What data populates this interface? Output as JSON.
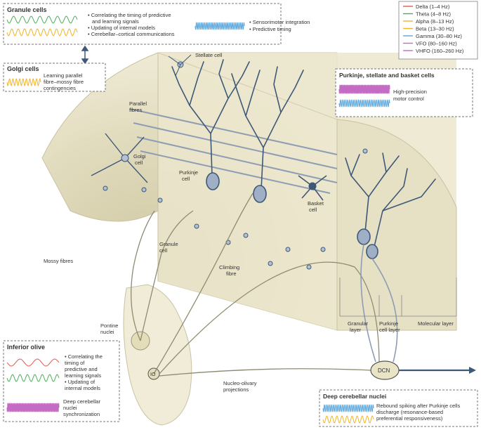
{
  "colors": {
    "delta": "#e8584a",
    "theta": "#49b05a",
    "alpha": "#f0b42a",
    "beta": "#f0b42a",
    "gamma": "#5aa6dc",
    "vfo": "#c46bc4",
    "vhfo": "#c46bc4",
    "neuron": "#3e5878",
    "tissue": "#ece7cf",
    "tissue_dark": "#d6cfae",
    "fibre": "#8f8b72"
  },
  "legend": {
    "items": [
      {
        "label": "Delta (1–4 Hz)",
        "color": "#e8584a"
      },
      {
        "label": "Theta (4–8 Hz)",
        "color": "#49b05a"
      },
      {
        "label": "Alpha (8–13 Hz)",
        "color": "#f0b42a"
      },
      {
        "label": "Beta (13–30 Hz)",
        "color": "#f0b42a"
      },
      {
        "label": "Gamma (30–80 Hz)",
        "color": "#5aa6dc"
      },
      {
        "label": "VFO (80–160 Hz)",
        "color": "#c46bc4"
      },
      {
        "label": "VHFO (160–260 Hz)",
        "color": "#c46bc4"
      }
    ]
  },
  "granule": {
    "title": "Granule cells",
    "items": [
      "Correlating the timing of predictive",
      "and learning signals",
      "Updating of internal models",
      "Cerebellar–cortical communications"
    ],
    "items2": [
      "Sensorimotor integration",
      "Predictive timing"
    ]
  },
  "golgi": {
    "title": "Golgi cells",
    "text": [
      "Learning parallel",
      "fibre–mossy fibre",
      "contingencies"
    ]
  },
  "purkinje_box": {
    "title": "Purkinje, stellate and basket cells",
    "text": [
      "High-precision",
      "motor control"
    ]
  },
  "olive": {
    "title": "Inferior olive",
    "items": [
      "Correlating the",
      "timing of",
      "predictive and",
      "learning signals",
      "Updating of",
      "internal models"
    ],
    "sync": [
      "Deep cerebellar",
      "nuclei",
      "synchronization"
    ]
  },
  "dcn_box": {
    "title": "Deep cerebellar nuclei",
    "text": [
      "Rebound spiking after Purkinje cells",
      "discharge (resonance-based",
      "preferential responsiveness)"
    ]
  },
  "labels": {
    "stellate": "Stellate cell",
    "parallel": [
      "Parallel",
      "fibres"
    ],
    "golgi_cell": [
      "Golgi",
      "cell"
    ],
    "purkinje_cell": [
      "Purkinje",
      "cell"
    ],
    "basket": [
      "Basket",
      "cell"
    ],
    "granule_cell": [
      "Granule",
      "cell"
    ],
    "mossy": "Mossy fibres",
    "climbing": [
      "Climbing",
      "fibre"
    ],
    "pontine": [
      "Pontine",
      "nuclei"
    ],
    "io": "IO",
    "dcn": "DCN",
    "nucleo": [
      "Nucleo-olivary",
      "projections"
    ],
    "granular_layer": [
      "Granular",
      "layer"
    ],
    "purkinje_layer": [
      "Purkinje",
      "cell layer"
    ],
    "molecular_layer": "Molecular layer"
  }
}
